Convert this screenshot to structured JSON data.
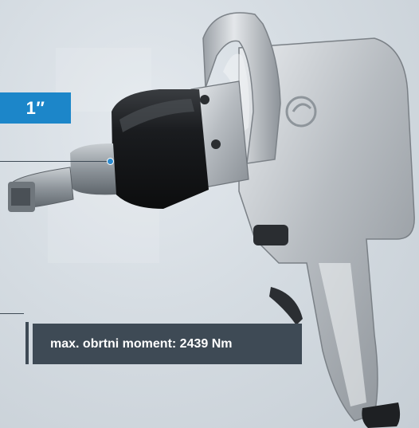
{
  "size_badge": {
    "text": "1″",
    "color": "#1c86c9"
  },
  "torque": {
    "text": "max. obrtni moment: 2439 Nm",
    "color": "#3e4a55"
  },
  "colors": {
    "background": "#d5dce2",
    "tool_body": "#b9bec3",
    "tool_sleeve": "#1b1d20"
  },
  "icons": {
    "product": "impact-wrench-image",
    "logo": "brand-logo-icon"
  }
}
